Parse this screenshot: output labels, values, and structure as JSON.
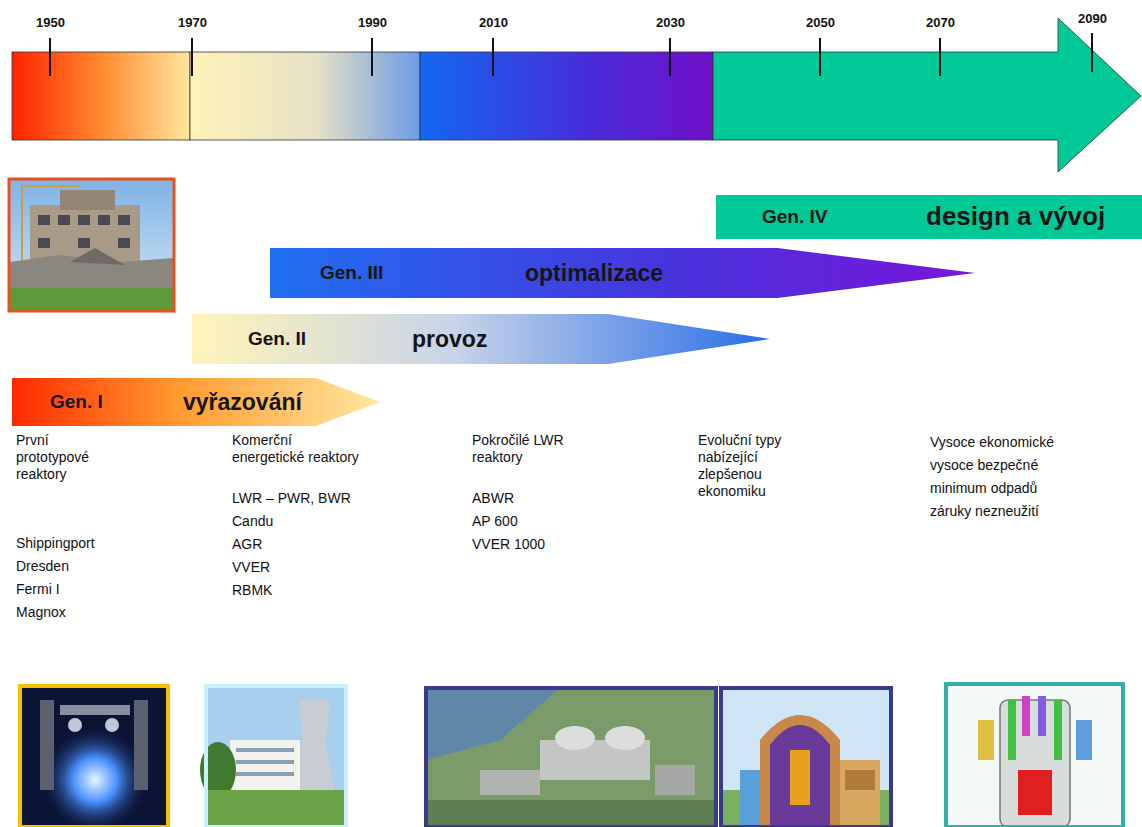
{
  "diagram": {
    "nodes": [
      {
        "text": [
          "Gen. IV",
          "design a vývoj"
        ]
      },
      {
        "text": [
          "Gen. III",
          "optimalizace"
        ]
      },
      {
        "text": [
          "Gen. II",
          "provoz"
        ]
      },
      {
        "text": [
          "Gen. I",
          "vyřazování"
        ]
      }
    ],
    "labels": [
      "1950",
      "1970",
      "1990",
      "2010",
      "2030",
      "2050",
      "2070",
      "2090",
      "První prototypové reaktory",
      "Shippingport",
      "Dresden",
      "Fermi I",
      "Magnox",
      "Komerční energetické reaktory",
      "LWR – PWR, BWR",
      "Candu",
      "AGR",
      "VVER",
      "RBMK",
      "Pokročilé LWR reaktory",
      "ABWR",
      "AP 600",
      "VVER 1000",
      "Evoluční typy nabízející zlepšenou ekonomiku",
      "Vysoce ekonomické",
      "vysoce bezpečné",
      "minimum odpadů",
      "záruky nezneužití"
    ]
  }
}
